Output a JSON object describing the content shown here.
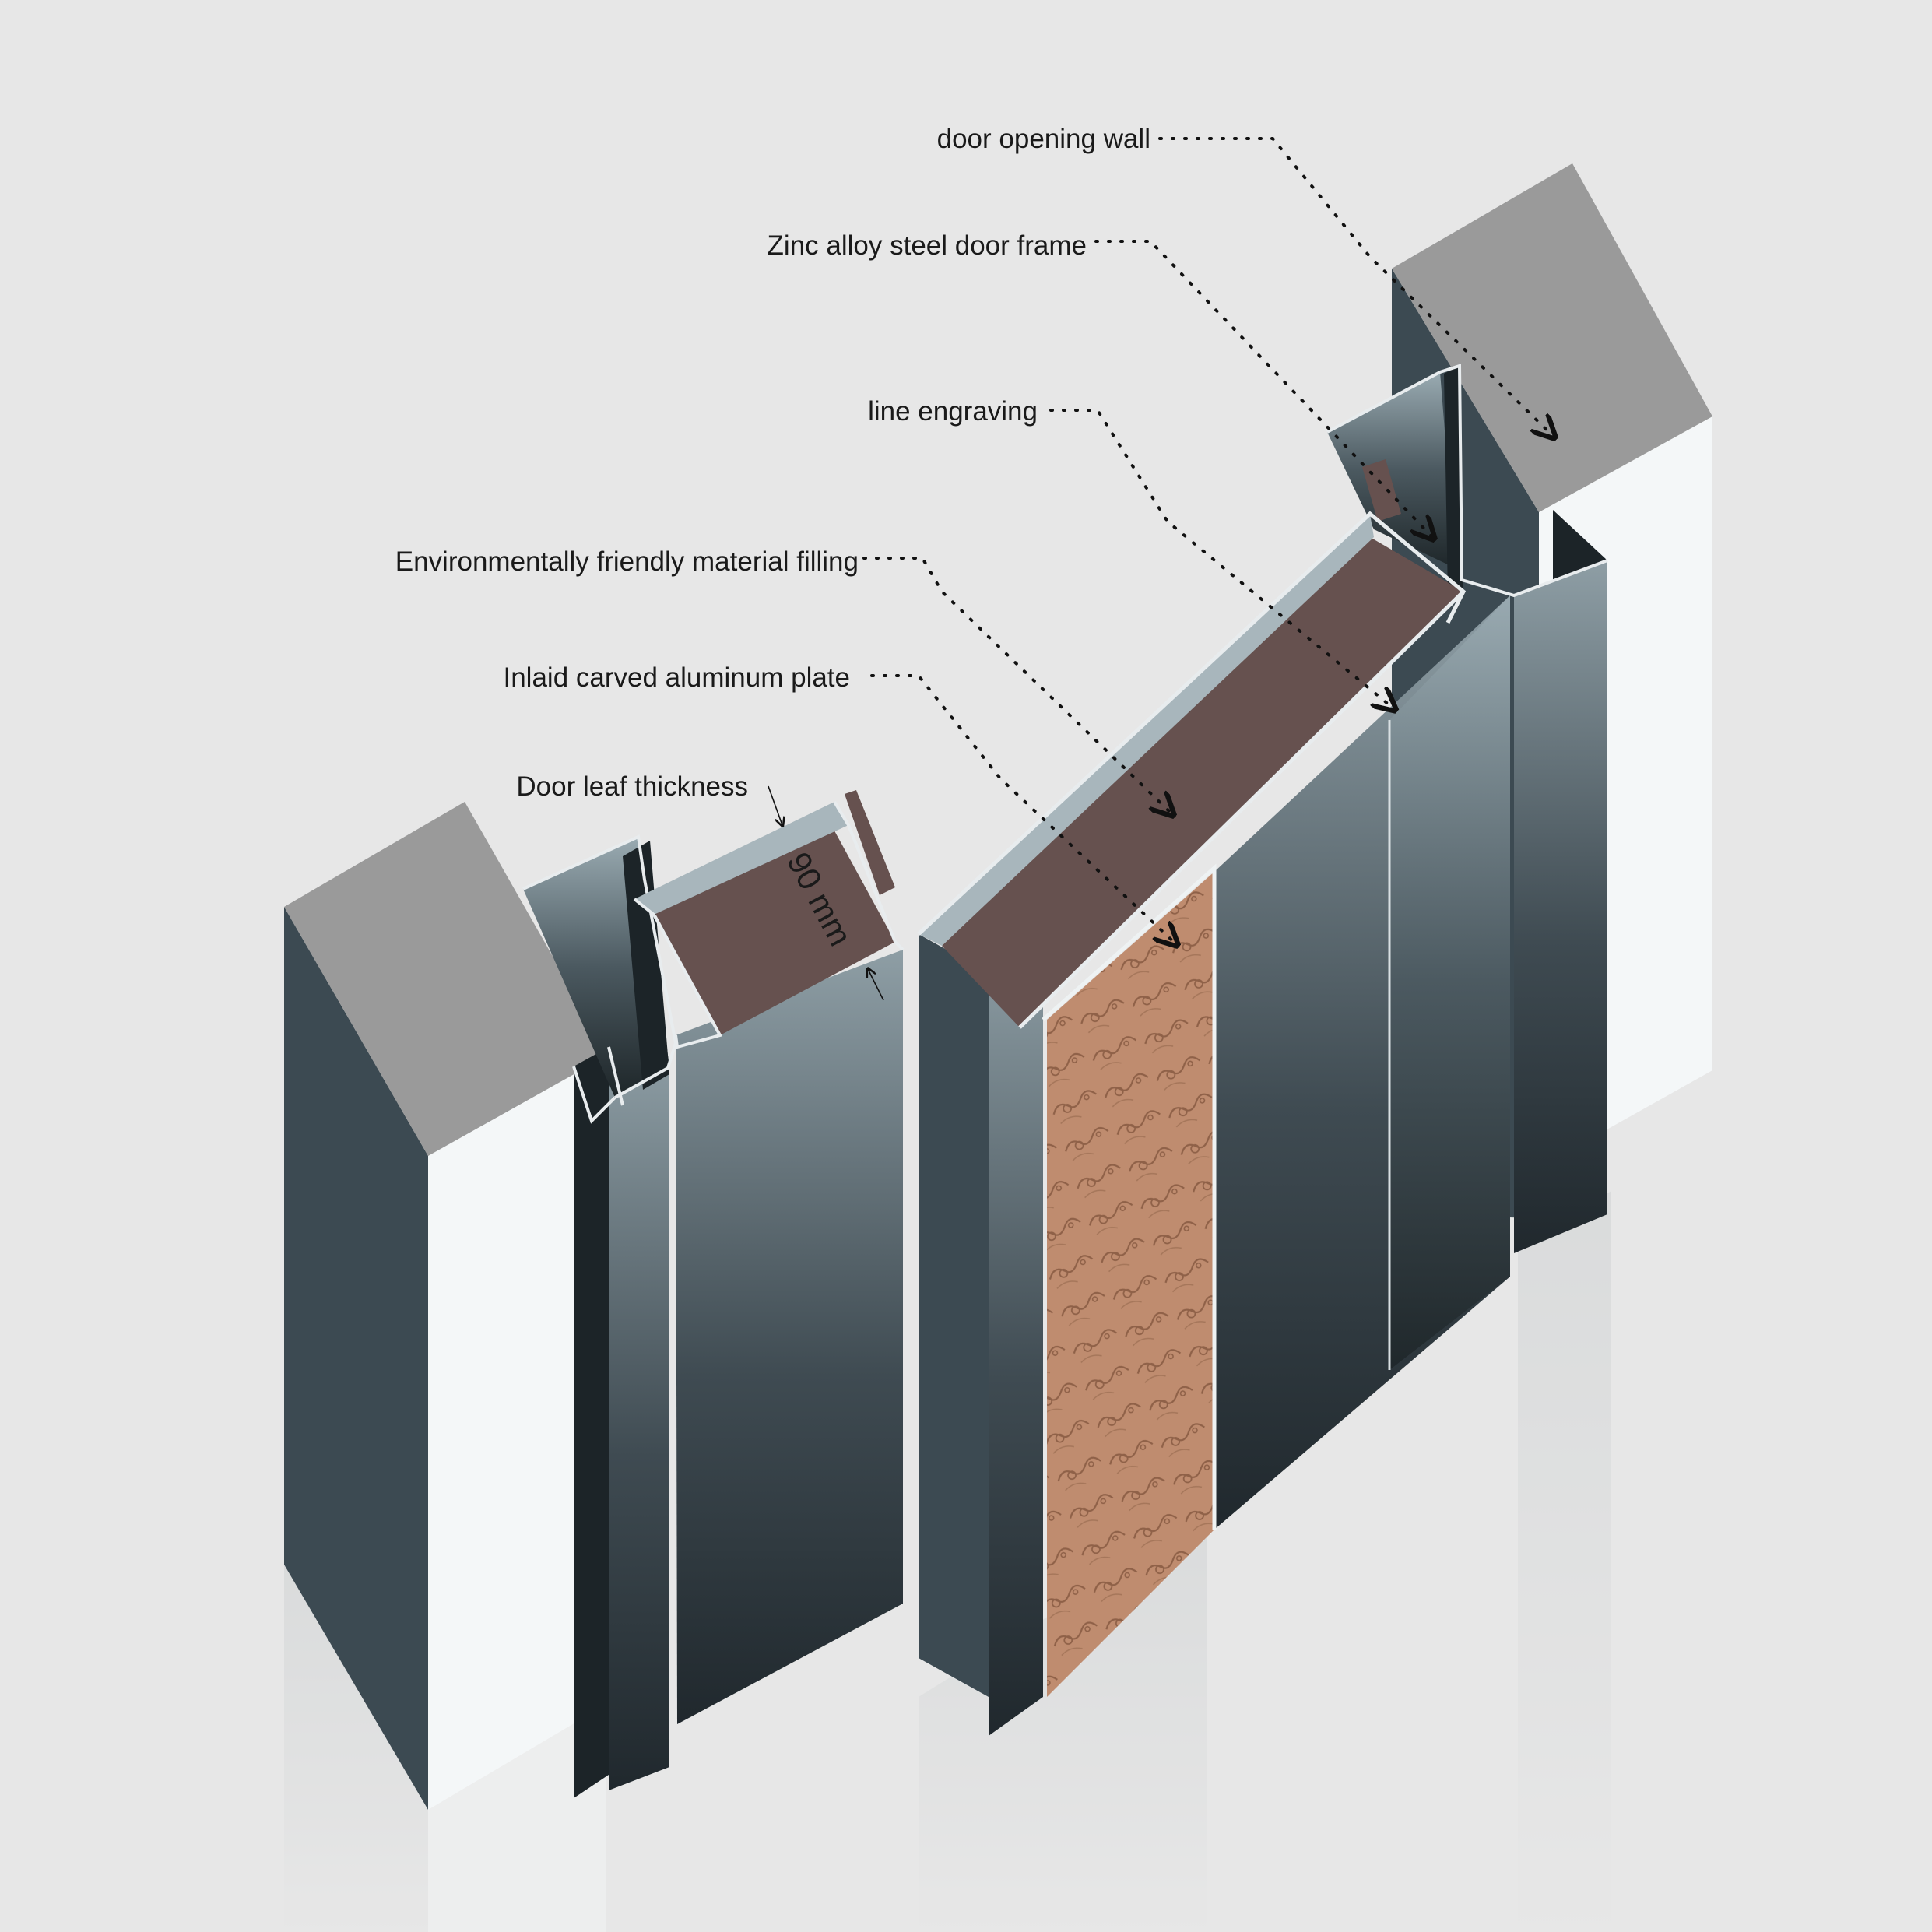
{
  "labels": {
    "door_opening_wall": "door opening wall",
    "zinc_frame": "Zinc alloy steel door frame",
    "line_engraving": "line engraving",
    "filling": "Environmentally friendly material filling",
    "aluminum_plate": "Inlaid carved aluminum plate",
    "leaf_thickness": "Door leaf thickness",
    "dimension": "90 mm"
  },
  "colors": {
    "background": "#e7e7e7",
    "wall_top": "#9a9a9a",
    "wall_side": "#3c4a52",
    "wall_face": "#f4f7f8",
    "steel_light": "#8c9ca3",
    "steel_dark": "#222b30",
    "filling": "#66514f",
    "aluminum_plate": "#bf8c6f",
    "leader_line": "#111111"
  },
  "icons": [
    "leader-arrow",
    "dimension-arrow"
  ]
}
